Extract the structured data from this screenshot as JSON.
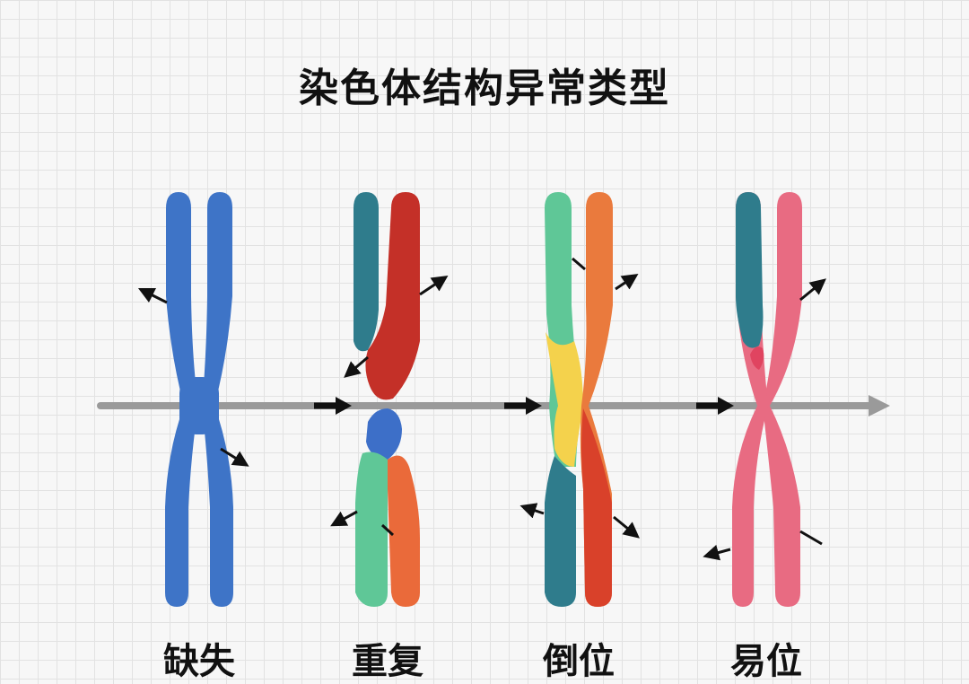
{
  "title": "染色体结构异常类型",
  "types": [
    {
      "key": "deletion",
      "label": "缺失"
    },
    {
      "key": "duplication",
      "label": "重复"
    },
    {
      "key": "inversion",
      "label": "倒位"
    },
    {
      "key": "translocation",
      "label": "易位"
    }
  ],
  "colors": {
    "deletion_blue": "#3e74c7",
    "teal": "#2f7c8c",
    "red": "#c43028",
    "green": "#5fc797",
    "orange": "#ea7a3d",
    "yellow": "#f4d24c",
    "pink": "#e86b82",
    "axis_gray": "#9a9a9a"
  }
}
